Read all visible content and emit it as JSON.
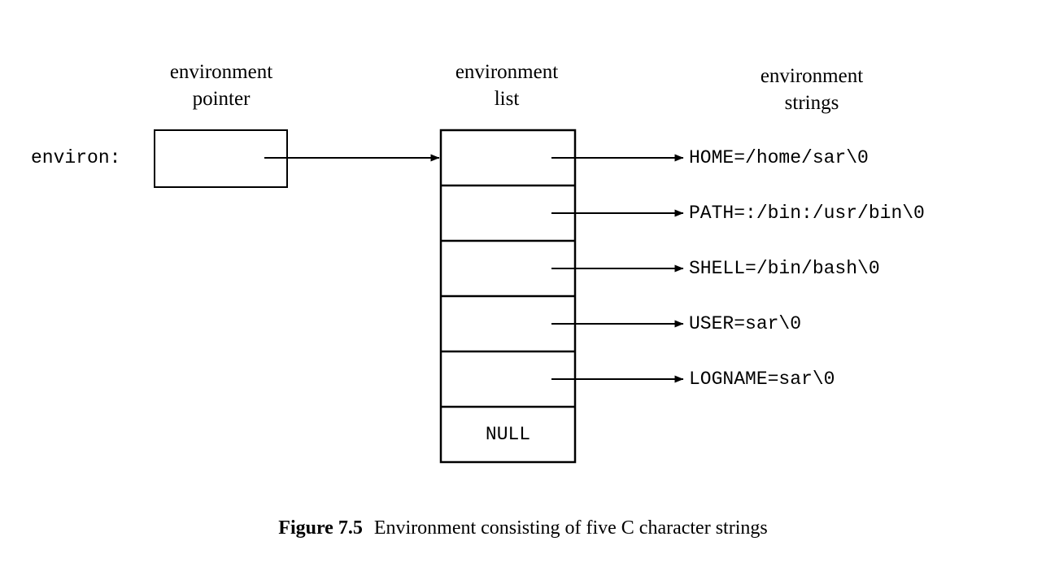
{
  "figure": {
    "caption_number": "Figure 7.5",
    "caption_text": "Environment consisting of five C character strings"
  },
  "columns": {
    "pointer_label": "environment\npointer",
    "list_label": "environment\nlist",
    "strings_label": "environment\nstrings"
  },
  "pointer": {
    "variable_label": "environ:"
  },
  "list": {
    "null_label": "NULL",
    "cell_count": 6
  },
  "strings": [
    {
      "value": "HOME=/home/sar\\0"
    },
    {
      "value": "PATH=:/bin:/usr/bin\\0"
    },
    {
      "value": "SHELL=/bin/bash\\0"
    },
    {
      "value": "USER=sar\\0"
    },
    {
      "value": "LOGNAME=sar\\0"
    }
  ],
  "style": {
    "stroke": "#000000",
    "background": "#ffffff"
  }
}
